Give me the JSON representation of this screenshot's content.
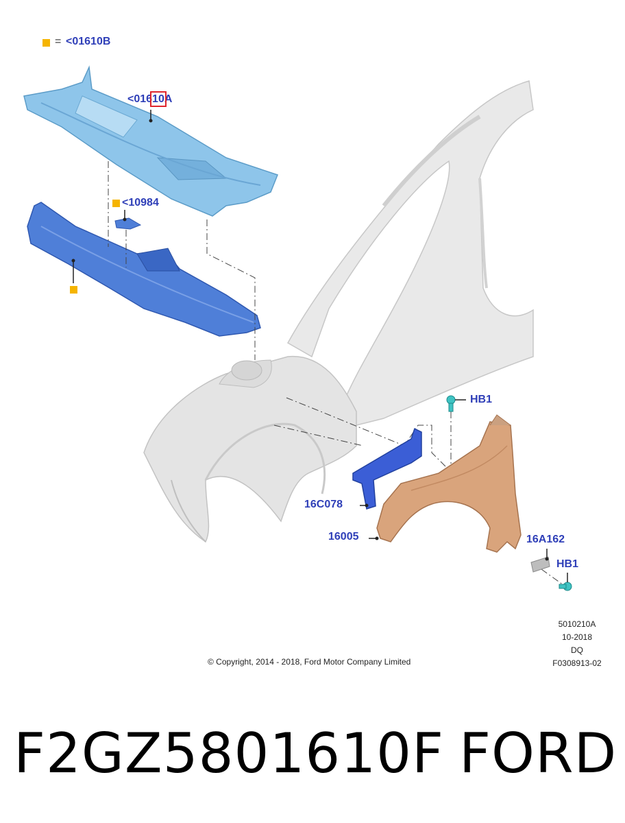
{
  "legend": {
    "equals": "=",
    "code": "<01610B",
    "marker_color": "#f5b400"
  },
  "callouts": {
    "c01610a_prefix": "<016",
    "c01610a_highlight": "10",
    "c01610a_suffix": "A",
    "c10984": "<10984",
    "hb1_top": "HB1",
    "c16c078": "16C078",
    "c16005": "16005",
    "c16a162": "16A162",
    "hb1_bottom": "HB1"
  },
  "meta": {
    "line1": "5010210A",
    "line2": "10-2018",
    "line3": "DQ",
    "line4": "F0308913-02"
  },
  "copyright": "© Copyright, 2014 - 2018, Ford Motor Company Limited",
  "footer": {
    "part_number": "F2GZ5801610F",
    "brand": "FORD"
  },
  "colors": {
    "callout_text": "#2f3fb8",
    "highlight_box": "#e0262d",
    "cowl_upper": "#8ec5ea",
    "cowl_lower": "#4f7fd8",
    "bracket": "#3b5ed6",
    "fender": "#d9a47c",
    "body_shell": "#e6e6e6",
    "fastener": "#3fc3c3"
  }
}
